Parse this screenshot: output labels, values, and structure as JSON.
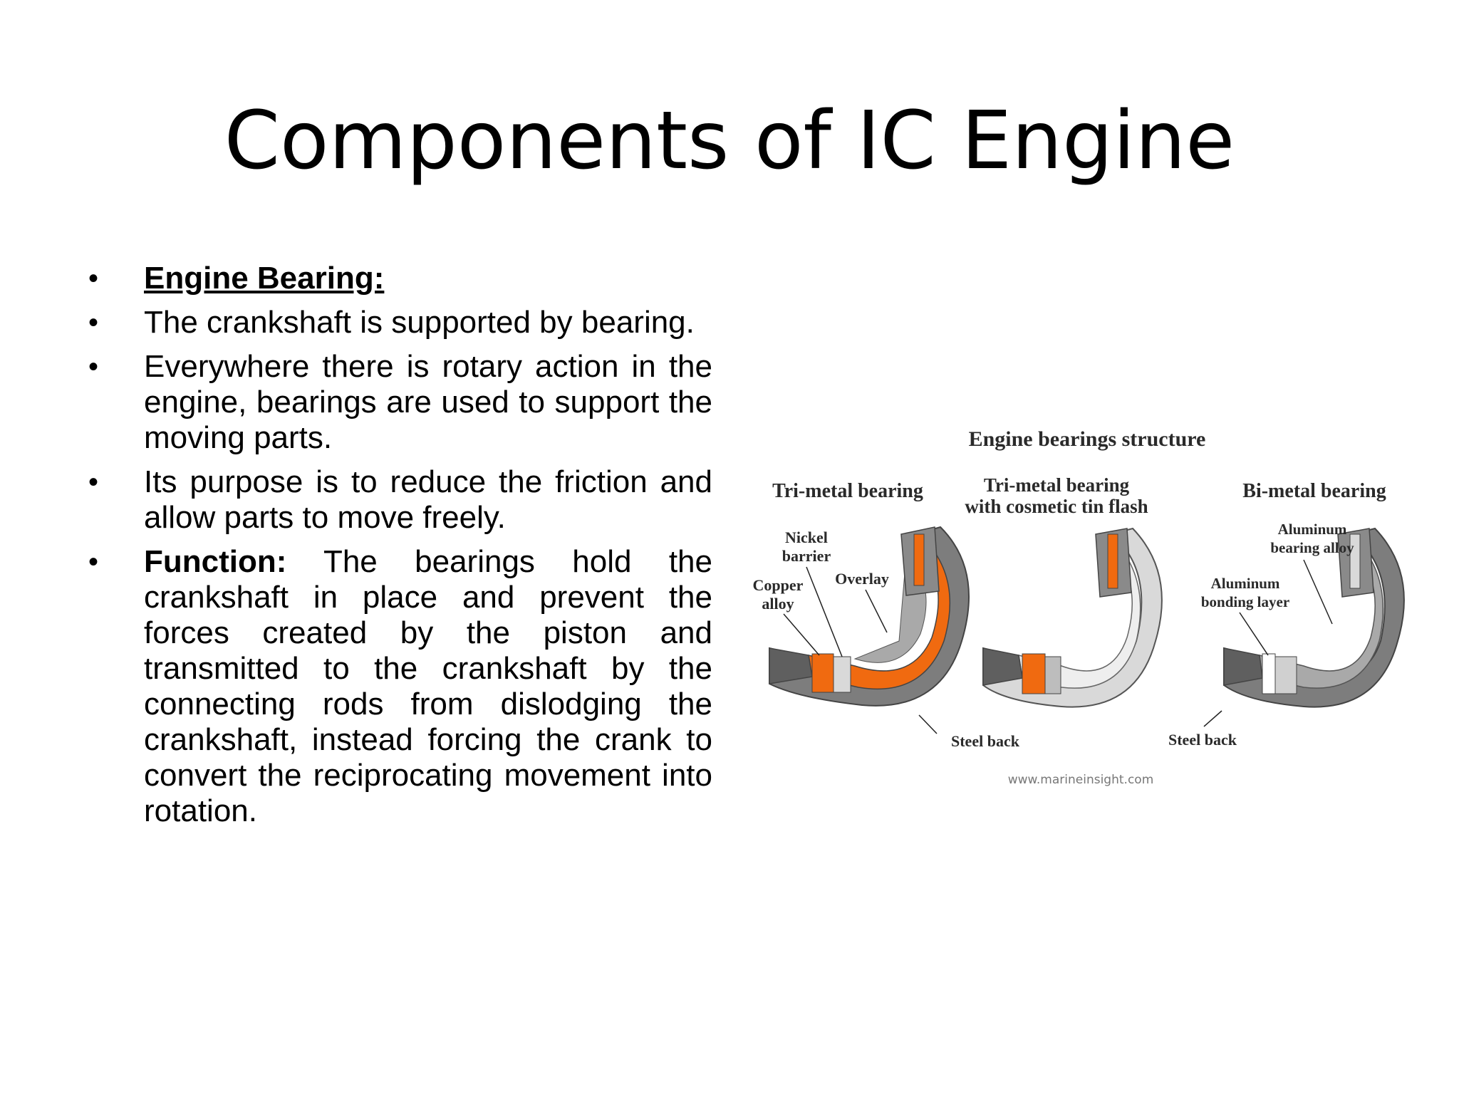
{
  "slide": {
    "title": "Components of IC Engine"
  },
  "bullets": [
    {
      "text": "Engine Bearing:"
    },
    {
      "text": "The crankshaft is supported by bearing."
    },
    {
      "text": "Everywhere there is rotary action in the engine, bearings are used to support the moving parts."
    },
    {
      "text": "Its purpose is to reduce the friction and allow parts to move freely."
    },
    {
      "bold": "Function:",
      "text": " The bearings hold the crankshaft in place and prevent the forces created by the piston and transmitted to the crankshaft by the connecting rods from dislodging the crankshaft, instead forcing the crank to convert the reciprocating movement into rotation."
    }
  ],
  "bullet_symbol": "•",
  "figure": {
    "title": "Engine bearings structure",
    "panel1_title": "Tri-metal bearing",
    "panel2_title_line1": "Tri-metal bearing",
    "panel2_title_line2": "with cosmetic tin flash",
    "panel3_title": "Bi-metal bearing",
    "label_nickel": "Nickel",
    "label_barrier": "barrier",
    "label_copper": "Copper",
    "label_alloy": "alloy",
    "label_overlay": "Overlay",
    "label_steel_back_1": "Steel back",
    "label_steel_back_2": "Steel back",
    "label_aluminum_bonding_1": "Aluminum",
    "label_aluminum_bonding_2": "bonding layer",
    "label_aluminum_alloy_1": "Aluminum",
    "label_aluminum_alloy_2": "bearing alloy",
    "credit": "www.marineinsight.com",
    "colors": {
      "steel": "#7d7d7d",
      "steel_dark": "#5f5f5f",
      "copper_layer": "#f06a10",
      "light_layer": "#d9d9d9",
      "overlay": "#bdbdbd"
    }
  }
}
